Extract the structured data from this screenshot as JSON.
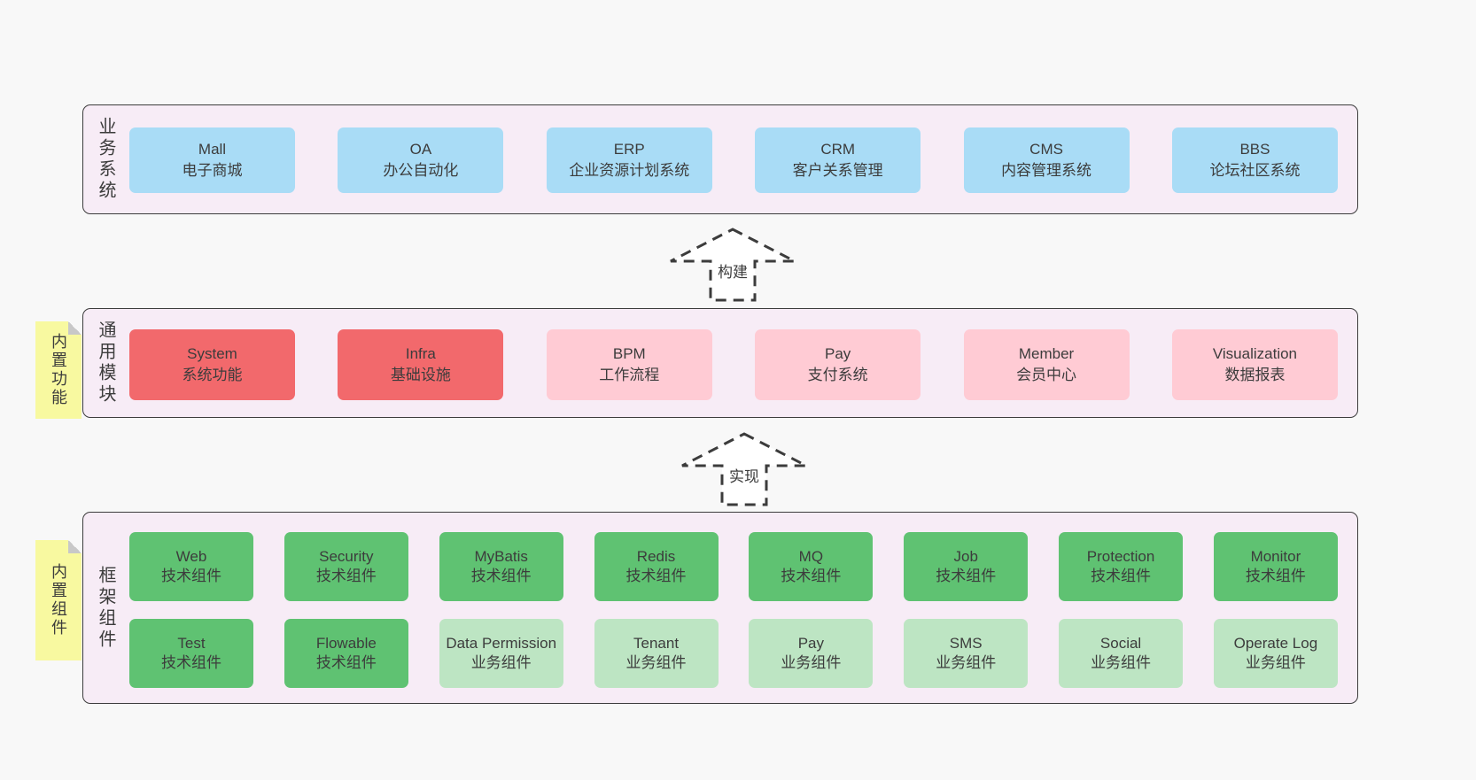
{
  "colors": {
    "page_bg": "#f8f8f8",
    "layer_bg": "#f7ecf6",
    "layer_border": "#3c3c3c",
    "blue": "#a9dcf6",
    "red": "#f2696c",
    "pink": "#ffcbd4",
    "green": "#5fc272",
    "light_green": "#bde5c3",
    "note_bg": "#f8f9a0",
    "note_fold": "#c8c8c8",
    "text": "#3c3c3c"
  },
  "arrows": [
    {
      "label": "构建"
    },
    {
      "label": "实现"
    }
  ],
  "layers": [
    {
      "label": "业务系统",
      "rows": [
        [
          {
            "name": "Mall",
            "desc": "电子商城"
          },
          {
            "name": "OA",
            "desc": "办公自动化"
          },
          {
            "name": "ERP",
            "desc": "企业资源计划系统"
          },
          {
            "name": "CRM",
            "desc": "客户关系管理"
          },
          {
            "name": "CMS",
            "desc": "内容管理系统"
          },
          {
            "name": "BBS",
            "desc": "论坛社区系统"
          }
        ]
      ]
    },
    {
      "label": "通用模块",
      "note": "内置功能",
      "rows": [
        [
          {
            "name": "System",
            "desc": "系统功能"
          },
          {
            "name": "Infra",
            "desc": "基础设施"
          },
          {
            "name": "BPM",
            "desc": "工作流程"
          },
          {
            "name": "Pay",
            "desc": "支付系统"
          },
          {
            "name": "Member",
            "desc": "会员中心"
          },
          {
            "name": "Visualization",
            "desc": "数据报表"
          }
        ]
      ]
    },
    {
      "label": "框架组件",
      "note": "内置组件",
      "rows": [
        [
          {
            "name": "Web",
            "desc": "技术组件"
          },
          {
            "name": "Security",
            "desc": "技术组件"
          },
          {
            "name": "MyBatis",
            "desc": "技术组件"
          },
          {
            "name": "Redis",
            "desc": "技术组件"
          },
          {
            "name": "MQ",
            "desc": "技术组件"
          },
          {
            "name": "Job",
            "desc": "技术组件"
          },
          {
            "name": "Protection",
            "desc": "技术组件"
          },
          {
            "name": "Monitor",
            "desc": "技术组件"
          }
        ],
        [
          {
            "name": "Test",
            "desc": "技术组件"
          },
          {
            "name": "Flowable",
            "desc": "技术组件"
          },
          {
            "name": "Data Permission",
            "desc": "业务组件"
          },
          {
            "name": "Tenant",
            "desc": "业务组件"
          },
          {
            "name": "Pay",
            "desc": "业务组件"
          },
          {
            "name": "SMS",
            "desc": "业务组件"
          },
          {
            "name": "Social",
            "desc": "业务组件"
          },
          {
            "name": "Operate Log",
            "desc": "业务组件"
          }
        ]
      ]
    }
  ]
}
